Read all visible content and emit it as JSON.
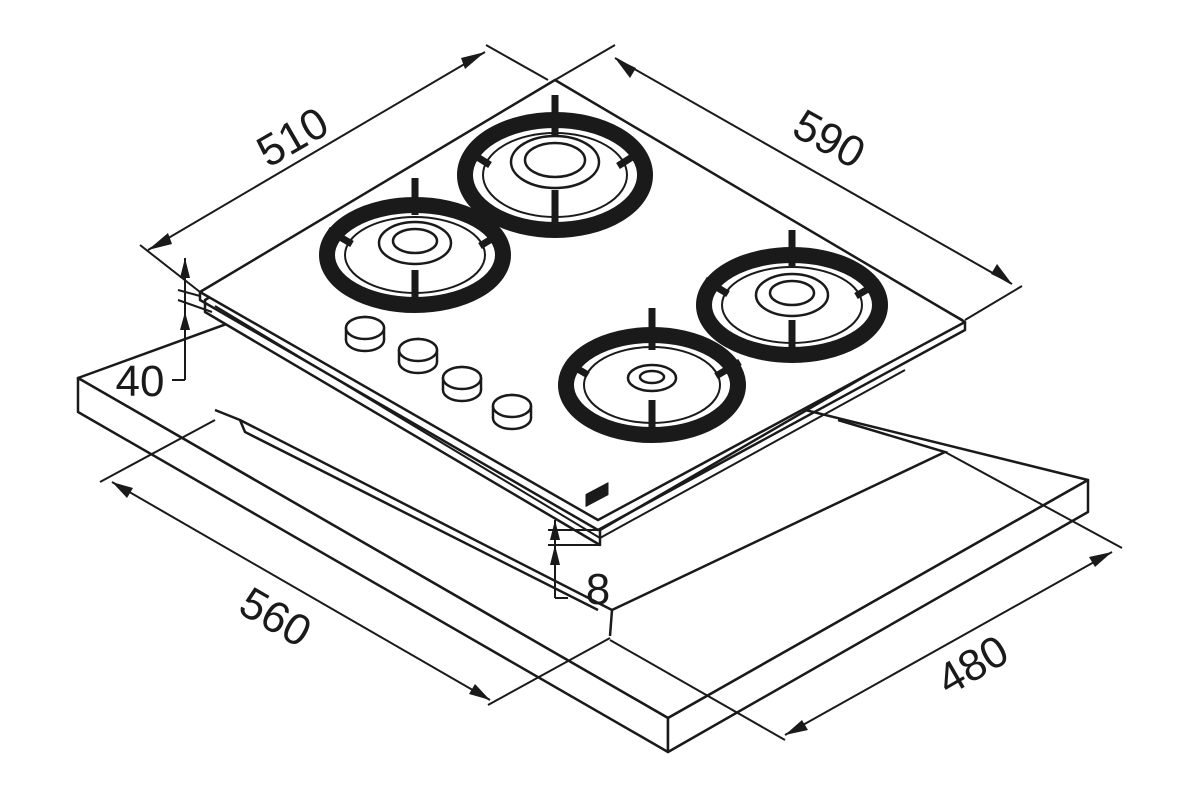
{
  "dimensions": {
    "depth": "510",
    "width": "590",
    "height": "40",
    "glass_thickness": "8",
    "cutout_width": "560",
    "cutout_depth": "480"
  },
  "colors": {
    "line": "#1a1a1a",
    "grate": "#1a1a1a",
    "background": "#ffffff"
  }
}
